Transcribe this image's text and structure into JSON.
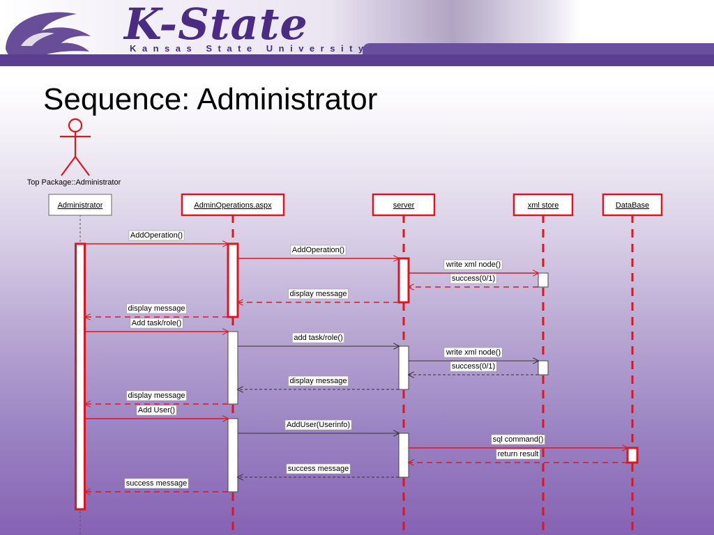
{
  "banner": {
    "logo_title": "K-State",
    "logo_subtitle": "Kansas State University"
  },
  "title": "Sequence: Administrator",
  "actor": {
    "label": "Top Package::Administrator"
  },
  "colors": {
    "accent": "#e0141e",
    "brand_purple": "#4b2c85"
  },
  "lifelines": [
    {
      "id": "admin",
      "label": "Administrator"
    },
    {
      "id": "ops",
      "label": "AdminOperations.aspx"
    },
    {
      "id": "server",
      "label": "server"
    },
    {
      "id": "xml",
      "label": "xml store"
    },
    {
      "id": "db",
      "label": "DataBase"
    }
  ],
  "messages": [
    {
      "from": "admin",
      "to": "ops",
      "label": "AddOperation()",
      "kind": "call"
    },
    {
      "from": "ops",
      "to": "server",
      "label": "AddOperation()",
      "kind": "call"
    },
    {
      "from": "server",
      "to": "xml",
      "label": "write xml node()",
      "kind": "call"
    },
    {
      "from": "xml",
      "to": "server",
      "label": "success(0/1)",
      "kind": "return"
    },
    {
      "from": "server",
      "to": "ops",
      "label": "display message",
      "kind": "return"
    },
    {
      "from": "ops",
      "to": "admin",
      "label": "display message",
      "kind": "return"
    },
    {
      "from": "admin",
      "to": "ops",
      "label": "Add task/role()",
      "kind": "call"
    },
    {
      "from": "ops",
      "to": "server",
      "label": "add task/role()",
      "kind": "call"
    },
    {
      "from": "server",
      "to": "xml",
      "label": "write xml node()",
      "kind": "call"
    },
    {
      "from": "xml",
      "to": "server",
      "label": "success(0/1)",
      "kind": "return"
    },
    {
      "from": "server",
      "to": "ops",
      "label": "display message",
      "kind": "return"
    },
    {
      "from": "ops",
      "to": "admin",
      "label": "display message",
      "kind": "return"
    },
    {
      "from": "admin",
      "to": "ops",
      "label": "Add User()",
      "kind": "call"
    },
    {
      "from": "ops",
      "to": "server",
      "label": "AddUser(Userinfo)",
      "kind": "call"
    },
    {
      "from": "server",
      "to": "db",
      "label": "sql command()",
      "kind": "call"
    },
    {
      "from": "db",
      "to": "server",
      "label": "return result",
      "kind": "return"
    },
    {
      "from": "server",
      "to": "ops",
      "label": "success message",
      "kind": "return"
    },
    {
      "from": "ops",
      "to": "admin",
      "label": "success message",
      "kind": "return"
    }
  ]
}
